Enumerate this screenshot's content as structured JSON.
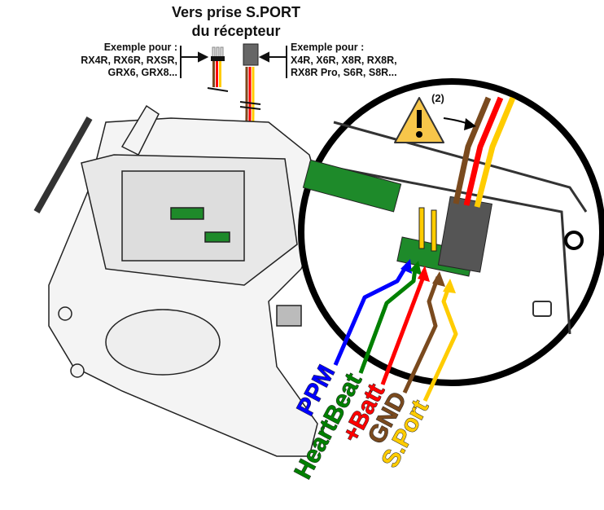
{
  "title_line1": "Vers prise S.PORT",
  "title_line2": "du récepteur",
  "left_example": {
    "heading": "Exemple pour :",
    "line1": "RX4R, RX6R, RXSR,",
    "line2": "GRX6, GRX8..."
  },
  "right_example": {
    "heading": "Exemple pour :",
    "line1": "X4R, X6R, X8R, RX8R,",
    "line2": "RX8R Pro, S6R, S8R..."
  },
  "warning_note": "(2)",
  "pins": [
    {
      "label": "PPM",
      "color": "#0000ff"
    },
    {
      "label": "HeartBeat",
      "color": "#008000"
    },
    {
      "label": "+Batt",
      "color": "#ff0000"
    },
    {
      "label": "GND",
      "color": "#7a4a1e"
    },
    {
      "label": "S.Port",
      "color": "#ffcc00"
    }
  ]
}
